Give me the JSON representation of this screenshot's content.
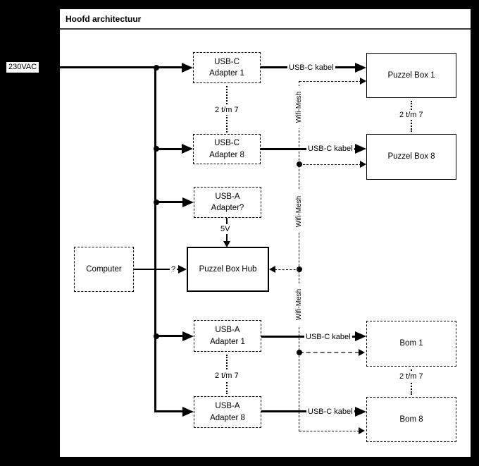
{
  "frame": {
    "title": "Hoofd architectuur"
  },
  "source": {
    "label": "230VAC"
  },
  "nodes": {
    "usb_c_adapter_1": {
      "label": "USB-C\nAdapter 1"
    },
    "usb_c_adapter_8": {
      "label": "USB-C\nAdapter 8"
    },
    "usb_a_adapter_unknown": {
      "label": "USB-A\nAdapter?"
    },
    "computer": {
      "label": "Computer"
    },
    "puzzel_box_hub": {
      "label": "Puzzel Box Hub"
    },
    "puzzel_box_1": {
      "label": "Puzzel Box 1"
    },
    "puzzel_box_8": {
      "label": "Puzzel Box 8"
    },
    "usb_a_adapter_1": {
      "label": "USB-A\nAdapter 1"
    },
    "usb_a_adapter_8": {
      "label": "USB-A\nAdapter 8"
    },
    "bom_1": {
      "label": "Bom 1"
    },
    "bom_8": {
      "label": "Bom 8"
    }
  },
  "edge_labels": {
    "kabel_puzzel_box_1": "USB-C kabel",
    "kabel_puzzel_box_8": "USB-C kabel",
    "kabel_bom_1": "USB-C kabel",
    "kabel_bom_8": "USB-C kabel",
    "power_5v": "5V",
    "computer_to_hub": "?",
    "wifi_mesh_top": "Wifi-Mesh",
    "wifi_mesh_middle": "Wifi-Mesh",
    "wifi_mesh_bottom": "Wifi-Mesh",
    "range_usb_c_adapters": "2 t/m 7",
    "range_puzzel_boxes": "2 t/m 7",
    "range_usb_a_adapters": "2 t/m 7",
    "range_boms": "2 t/m 7"
  },
  "colors": {
    "page_background": "#000000",
    "diagram_background": "#ffffff",
    "line": "#000000",
    "mesh_dash_grey": "#666666"
  }
}
